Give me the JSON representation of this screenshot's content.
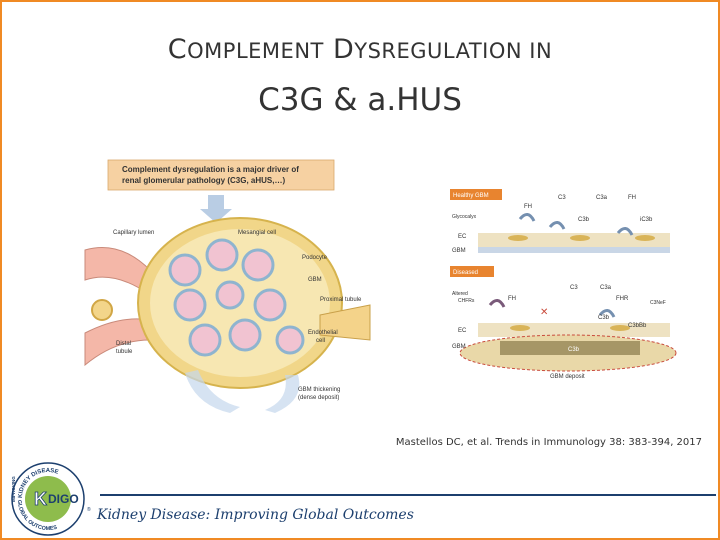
{
  "slide": {
    "title_line1_first": "C",
    "title_line1_first_rest": "OMPLEMENT",
    "title_line1_second": "D",
    "title_line1_second_rest": "YSREGULATION IN",
    "title_line2": "C3G & a.HUS",
    "citation": "Mastellos DC, et al. Trends in Immunology 38: 383-394, 2017",
    "footer": "Kidney Disease: Improving Global Outcomes",
    "accent_color": "#f08a24",
    "navy_color": "#1c3f6e"
  },
  "figure": {
    "banner_line1": "Complement dysregulation is a major driver of",
    "banner_line2": "renal glomerular pathology (C3G, aHUS,…)",
    "left_labels": {
      "capillary_lumen": "Capillary lumen",
      "mesangial_cell": "Mesangial cell",
      "podocyte": "Podocyte",
      "gbm": "GBM",
      "proximal_tubule": "Proximal tubule",
      "distal_tubule_1": "Distal",
      "distal_tubule_2": "tubule",
      "endothelial_1": "Endothelial",
      "endothelial_2": "cell",
      "gbm_thick_1": "GBM thickening",
      "gbm_thick_2": "(dense deposit)"
    },
    "healthy_panel": {
      "tag": "Healthy GBM",
      "c3": "C3",
      "c3a": "C3a",
      "fh_left": "FH",
      "fh_right": "FH",
      "glycocalyx": "Glycocalyx",
      "c3b": "C3b",
      "ic3b": "iC3b",
      "ec": "EC",
      "gbm": "GBM"
    },
    "diseased_panel": {
      "tag": "Diseased",
      "c3": "C3",
      "c3a": "C3a",
      "altered": "Altered",
      "chfrs": "CHFRs",
      "fh": "FH",
      "fhr": "FHR",
      "c3nef": "C3NeF",
      "c3b": "C3b",
      "c3bbb": "C3bBb",
      "ec": "EC",
      "gbm": "GBM",
      "c3b_deposit": "C3b",
      "gbm_deposit": "GBM deposit"
    }
  },
  "logo": {
    "text_top": "KIDNEY DISEASE",
    "text_left": "IMPROVING",
    "text_bottom": "GLOBAL OUTCOMES",
    "brand_k": "K",
    "brand_rest": "DIGO",
    "registered": "®"
  }
}
